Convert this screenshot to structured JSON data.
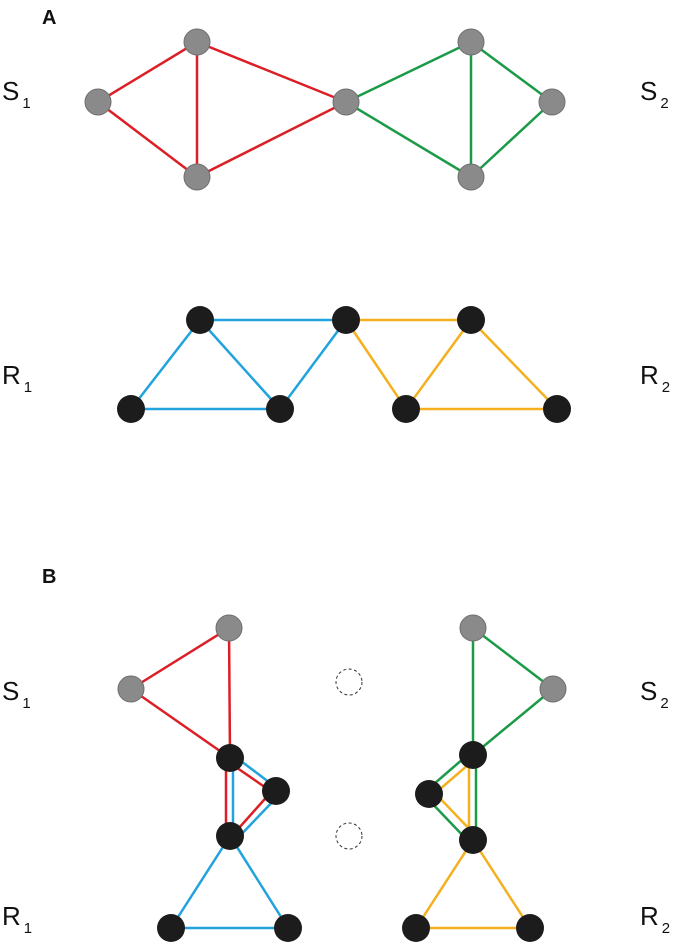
{
  "colors": {
    "red": "#dc1f26",
    "green": "#1b9a48",
    "blue": "#22a3dd",
    "orange": "#f5b01f",
    "gray_node": "#8a8a8a",
    "black_node": "#1c1c1c",
    "node_outline": "#6e6e6e",
    "ghost_outline": "#333333"
  },
  "panels": [
    {
      "letter": "A",
      "labels": [
        {
          "base": "S",
          "sub": "1"
        },
        {
          "base": "S",
          "sub": "2"
        },
        {
          "base": "R",
          "sub": "1"
        },
        {
          "base": "R",
          "sub": "2"
        }
      ]
    },
    {
      "letter": "B",
      "labels": [
        {
          "base": "S",
          "sub": "1"
        },
        {
          "base": "S",
          "sub": "2"
        },
        {
          "base": "R",
          "sub": "1"
        },
        {
          "base": "R",
          "sub": "2"
        }
      ]
    }
  ]
}
